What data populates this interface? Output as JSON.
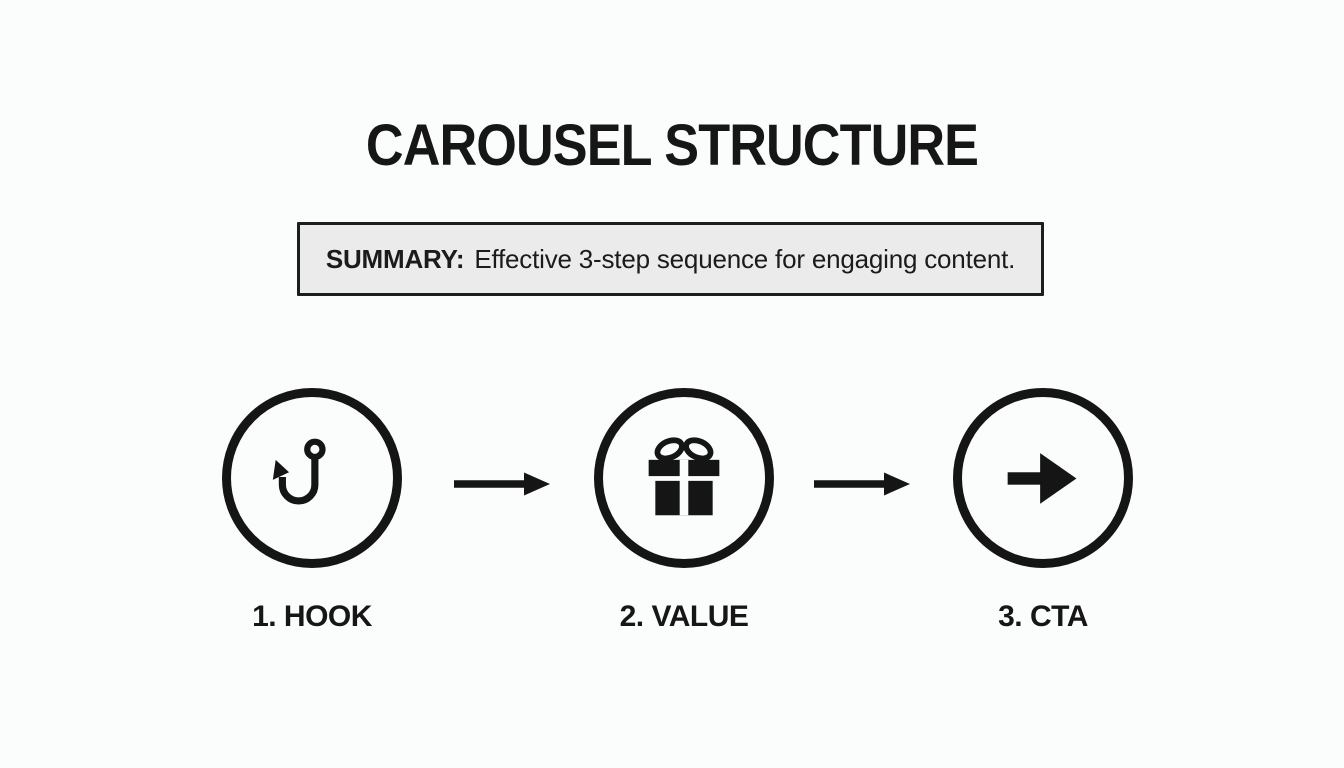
{
  "title": "CAROUSEL STRUCTURE",
  "summary": {
    "label": "SUMMARY:",
    "text": "Effective 3-step sequence for engaging content."
  },
  "steps": [
    {
      "number": "1",
      "label": "1. HOOK",
      "icon": "fishing-hook-icon"
    },
    {
      "number": "2",
      "label": "2. VALUE",
      "icon": "gift-icon"
    },
    {
      "number": "3",
      "label": "3. CTA",
      "icon": "arrow-right-icon"
    }
  ],
  "connectors": [
    {
      "icon": "flow-arrow-icon",
      "direction": "right"
    },
    {
      "icon": "flow-arrow-icon",
      "direction": "right"
    }
  ],
  "colors": {
    "background": "#fbfcfc",
    "ink": "#151515",
    "summary_background": "#ebebeb",
    "summary_border": "#1d1d1d"
  }
}
